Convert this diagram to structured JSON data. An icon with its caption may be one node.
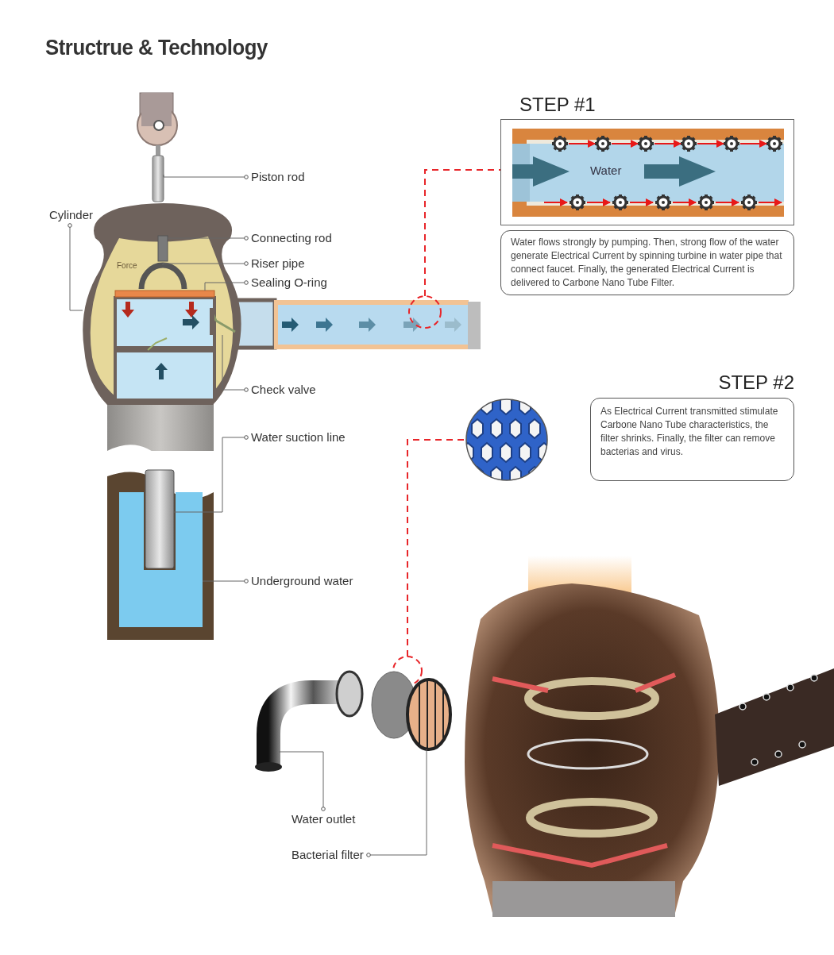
{
  "diagram": {
    "title": "Structrue & Technology",
    "nodes": [
      {
        "text": [
          "Piston rod"
        ]
      },
      {
        "text": [],
        "shape": "picture"
      },
      {
        "text": [
          "Cylinder"
        ]
      },
      {
        "text": [],
        "shape": "picture"
      },
      {
        "text": [
          "Connecting rod"
        ]
      },
      {
        "text": [],
        "shape": "picture",
        "in": 3
      },
      {
        "text": [
          "Riser pipe"
        ]
      },
      {
        "text": [],
        "shape": "picture",
        "in": 3
      },
      {
        "text": [
          "Sealing O-ring"
        ]
      },
      {
        "text": [],
        "shape": "bar",
        "in": 3
      },
      {
        "text": [
          "Check valve"
        ]
      },
      {
        "text": [],
        "shape": "picture",
        "in": 3
      },
      {
        "text": [
          "Water suction line"
        ]
      },
      {
        "text": [],
        "shape": "picture"
      },
      {
        "text": [
          "Underground water"
        ]
      },
      {
        "text": [],
        "shape": "picture"
      },
      {
        "text": [],
        "shape": "circle"
      },
      {
        "text": [
          "STEP #1"
        ]
      },
      {
        "text": [
          "Water flows strongly by pumping. Then, strong flow of the water generate Electrical Current by spinning turbine in water pipe that connect faucet. Finally, the generated Electrical Current is delivered to Carbone Nano Tube Filter."
        ]
      },
      {
        "text": [],
        "shape": "picture"
      },
      {
        "text": [
          "STEP #2",
          "As Electrical Current transmitted stimulate Carbone Nano Tube characteristics, the filter shrinks. Finally, the filter can remove bacterias and virus."
        ]
      },
      {
        "text": [],
        "shape": "circle"
      },
      {
        "text": [
          "Water outlet"
        ]
      },
      {
        "text": [],
        "shape": "picture"
      },
      {
        "text": [
          "Bacterial filter"
        ]
      },
      {
        "text": [],
        "shape": "picture"
      }
    ],
    "edges": [
      {
        "from": 0,
        "to": 1,
        "arrow": "other"
      },
      {
        "from": 2,
        "to": 3,
        "arrow": "other"
      },
      {
        "from": 4,
        "to": 5,
        "arrow": "other"
      },
      {
        "from": 6,
        "to": 7,
        "arrow": "other"
      },
      {
        "from": 8,
        "to": 9,
        "arrow": "other"
      },
      {
        "from": 10,
        "to": 11,
        "arrow": "other"
      },
      {
        "from": 12,
        "to": 13,
        "arrow": "other"
      },
      {
        "from": 14,
        "to": 15,
        "arrow": "other"
      },
      {
        "from": 16,
        "to": 17,
        "arrow": "none",
        "style": "dashed",
        "color": "#e8262a"
      },
      {
        "from": 21,
        "to": 19,
        "arrow": "none",
        "style": "dashed",
        "color": "#e8262a"
      },
      {
        "from": 22,
        "to": 23,
        "arrow": "other"
      },
      {
        "from": 24,
        "to": 25,
        "arrow": "other"
      }
    ],
    "labels": [
      "Force",
      "Water"
    ]
  }
}
